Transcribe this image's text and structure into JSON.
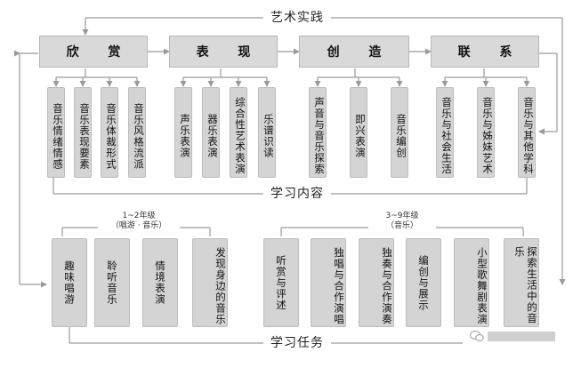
{
  "bands": {
    "top": "艺术实践",
    "middle": "学习内容",
    "bottom": "学习任务"
  },
  "categories": [
    "欣 赏",
    "表 现",
    "创 造",
    "联 系"
  ],
  "content_items": {
    "appreciation": [
      "音乐情绪情感",
      "音乐表现要素",
      "音乐体裁形式",
      "音乐风格流派"
    ],
    "expression": [
      "声乐表演",
      "器乐表演",
      "综合性艺术表演",
      "乐谱识读"
    ],
    "creation": [
      "声音与音乐探索",
      "即兴表演",
      "音乐编创"
    ],
    "connection": [
      "音乐与社会生活",
      "音乐与姊妹艺术",
      "音乐与其他学科"
    ]
  },
  "grades": {
    "low": {
      "title": "1~2年级",
      "sub": "（唱游 · 音乐）"
    },
    "high": {
      "title": "3~9年级",
      "sub": "（音乐）"
    }
  },
  "tasks": {
    "low": [
      "趣味唱游",
      "聆听音乐",
      "情境表演",
      "发现身边的音乐"
    ],
    "high": [
      "听赏与评述",
      "独唱与合作演唱",
      "独奏与合作演奏",
      "编创与展示",
      "小型歌舞剧表演",
      "探索生活中的音乐"
    ]
  },
  "colors": {
    "box_fill": "#d4d4d4",
    "category_fill": "#d9d9d9",
    "line": "#9a9a9a"
  },
  "icons": [
    "wechat-icon"
  ]
}
